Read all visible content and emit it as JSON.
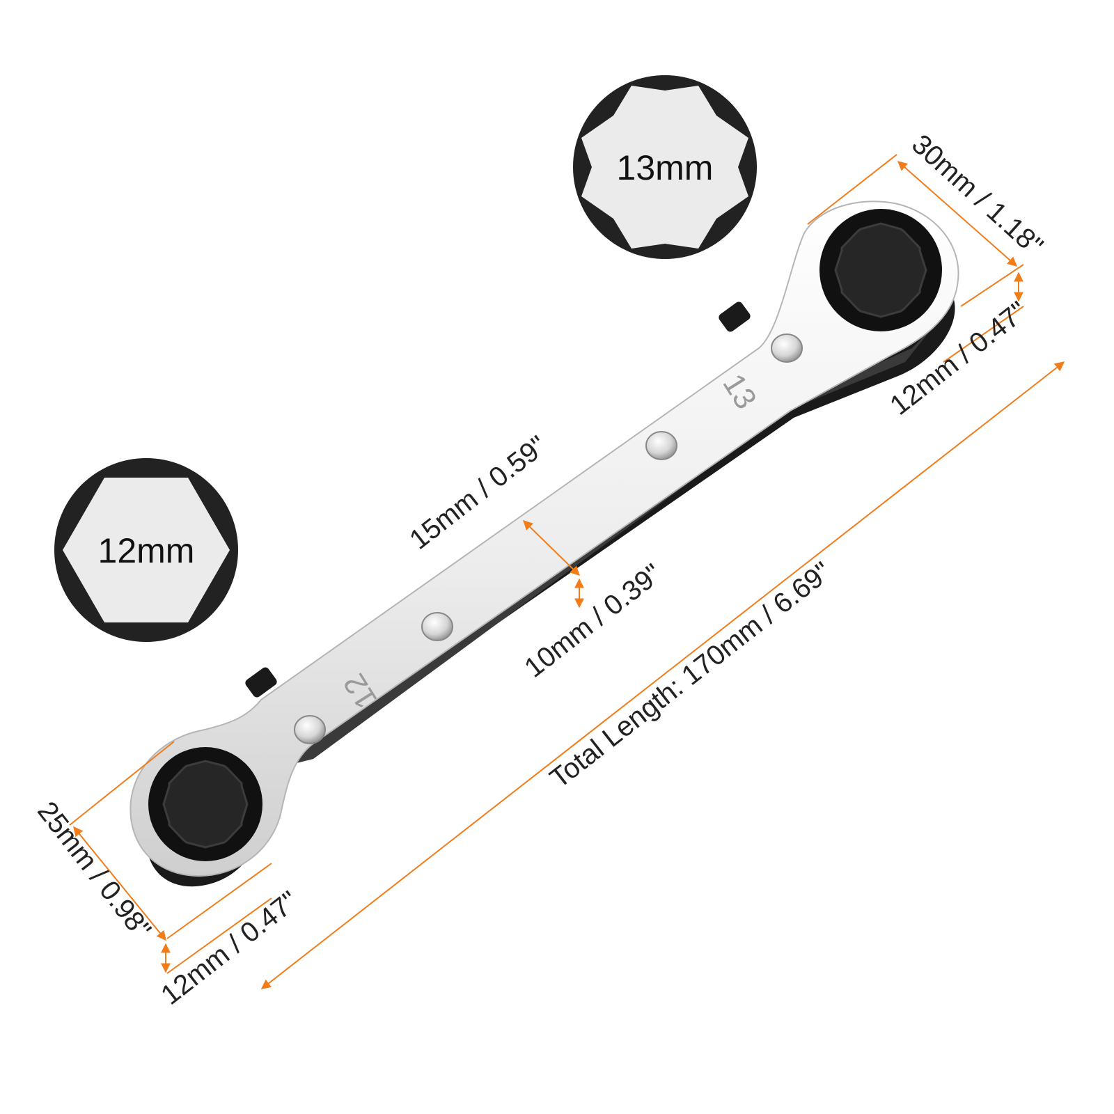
{
  "colors": {
    "accent": "#f07c1a",
    "badge_fill": "#222222",
    "badge_inner": "#ebebeb",
    "steel_light": "#f4f4f4",
    "steel_mid": "#d2d2d2",
    "steel_dark": "#1a1a1a"
  },
  "badges": {
    "top_size": "13mm",
    "left_size": "12mm"
  },
  "wrench": {
    "stamp_top": "13",
    "stamp_bottom": "12"
  },
  "dimensions": {
    "head_top_width": "30mm / 1.18\"",
    "head_top_thickness": "12mm / 0.47\"",
    "shaft_width": "15mm / 0.59\"",
    "shaft_thickness": "10mm / 0.39\"",
    "total_length": "Total Length: 170mm / 6.69\"",
    "head_bottom_width": "25mm / 0.98\"",
    "head_bottom_thickness": "12mm / 0.47\""
  },
  "icons": {
    "badge_top": "bi-hex-socket-icon",
    "badge_left": "hex-socket-icon",
    "wrench": "ratcheting-box-wrench-icon"
  }
}
